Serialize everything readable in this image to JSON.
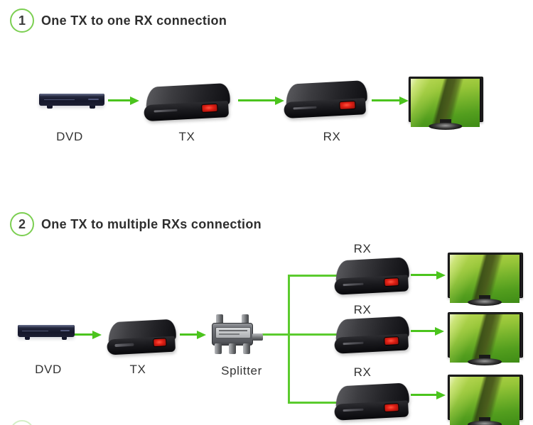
{
  "colors": {
    "accent_green": "#4bc41d",
    "line_green": "#5bcb2e",
    "circle_green": "#7ccf52",
    "text": "#333333",
    "device_black": "#19191d",
    "led_red": "#e02015",
    "splitter_gray": "#72747a"
  },
  "section1": {
    "number": "1",
    "title": "One TX to one RX connection",
    "labels": {
      "dvd": "DVD",
      "tx": "TX",
      "rx": "RX"
    }
  },
  "section2": {
    "number": "2",
    "title": "One TX to multiple RXs connection",
    "labels": {
      "dvd": "DVD",
      "tx": "TX",
      "splitter": "Splitter"
    },
    "rx_labels": [
      "RX",
      "RX",
      "RX"
    ]
  }
}
